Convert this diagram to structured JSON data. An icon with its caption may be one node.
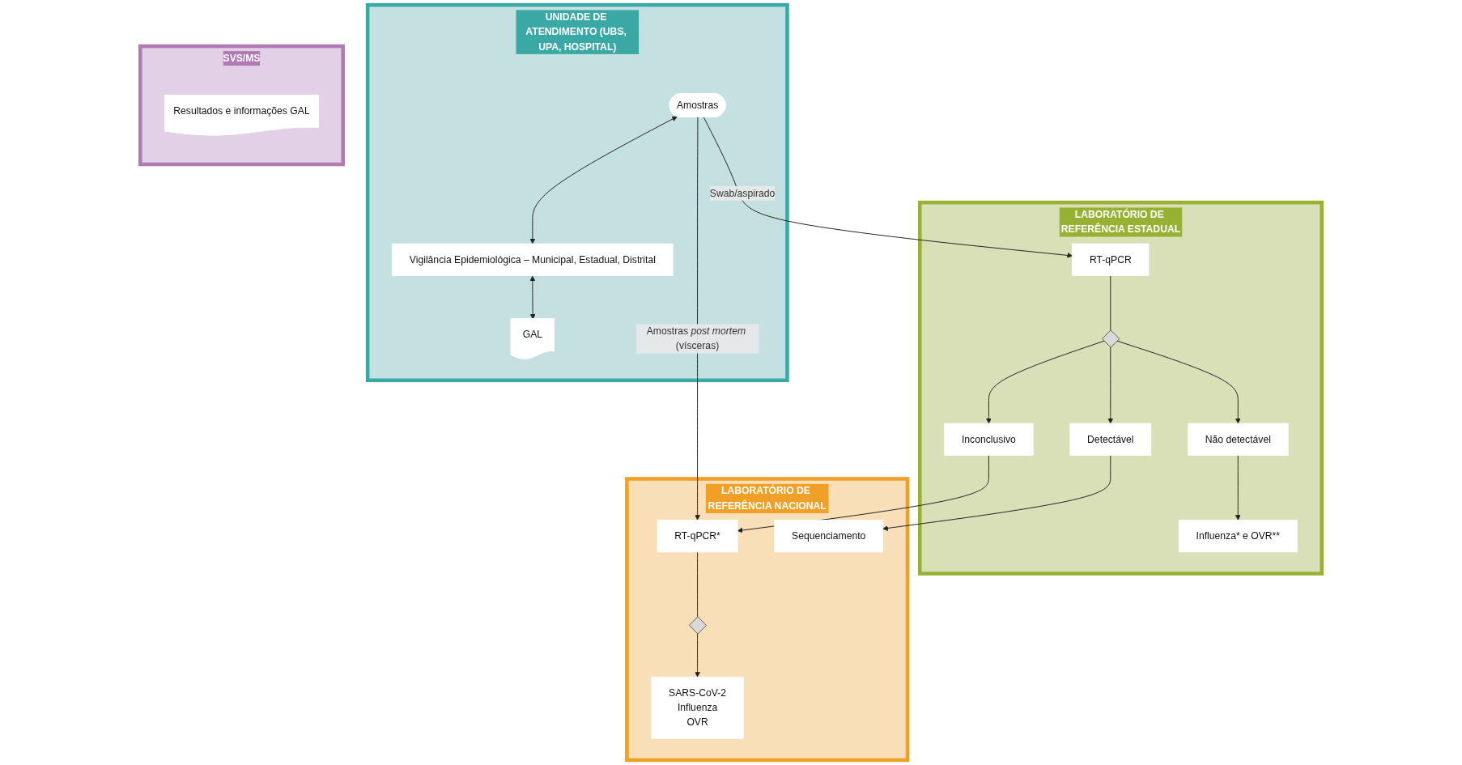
{
  "diagram": {
    "nodes": [
      {
        "text": [
          "UNIDADE DE ATENDIMENTO (UBS, UPA, HOSPITAL)"
        ]
      },
      {
        "text": [
          "Amostras"
        ],
        "in": 0
      },
      {
        "text": [
          "Vigilância Epidemiológica – Municipal, Estadual, Distrital"
        ],
        "in": 0
      },
      {
        "text": [
          "GAL"
        ],
        "in": 0
      },
      {
        "text": [
          "LABORATÓRIO DE REFERÊNCIA ESTADUAL"
        ]
      },
      {
        "text": [
          "RT-qPCR"
        ],
        "in": 4
      },
      {
        "text": [],
        "shape": "diamond",
        "in": 4
      },
      {
        "text": [
          "Detectável"
        ],
        "in": 4
      },
      {
        "text": [
          "Não detectável"
        ],
        "in": 4
      },
      {
        "text": [
          "Inconclusivo"
        ],
        "in": 4
      },
      {
        "text": [
          "Influenza* e OVR**"
        ],
        "in": 4
      },
      {
        "text": [
          "LABORATÓRIO DE REFERÊNCIA NACIONAL"
        ]
      },
      {
        "text": [
          "RT-qPCR*"
        ],
        "in": 11
      },
      {
        "text": [],
        "shape": "diamond",
        "in": 11
      },
      {
        "text": [
          "SARS-CoV-2",
          "Influenza",
          "OVR"
        ],
        "in": 11
      },
      {
        "text": [
          "Sequenciamento"
        ],
        "in": 11
      },
      {
        "text": [
          "SVS/MS"
        ]
      },
      {
        "text": [
          "Resultados e informações GAL"
        ],
        "in": 16
      }
    ],
    "edges": [
      {
        "from": 1,
        "to": 5,
        "arrow": "to",
        "label": "Swab/aspirado"
      },
      {
        "from": 1,
        "to": 12,
        "arrow": "to",
        "label": "Amostras *post mortem* (vísceras)"
      },
      {
        "from": 1,
        "to": 2,
        "arrow": "both"
      },
      {
        "from": 2,
        "to": 3,
        "arrow": "both"
      },
      {
        "from": 5,
        "to": 6,
        "arrow": "none"
      },
      {
        "from": 6,
        "to": 7,
        "arrow": "to"
      },
      {
        "from": 6,
        "to": 8,
        "arrow": "to"
      },
      {
        "from": 6,
        "to": 9,
        "arrow": "to"
      },
      {
        "from": 8,
        "to": 10,
        "arrow": "to"
      },
      {
        "from": 9,
        "to": 12,
        "arrow": "to"
      },
      {
        "from": 7,
        "to": 15,
        "arrow": "to"
      },
      {
        "from": 12,
        "to": 13,
        "arrow": "none"
      },
      {
        "from": 13,
        "to": 14,
        "arrow": "to"
      }
    ]
  }
}
